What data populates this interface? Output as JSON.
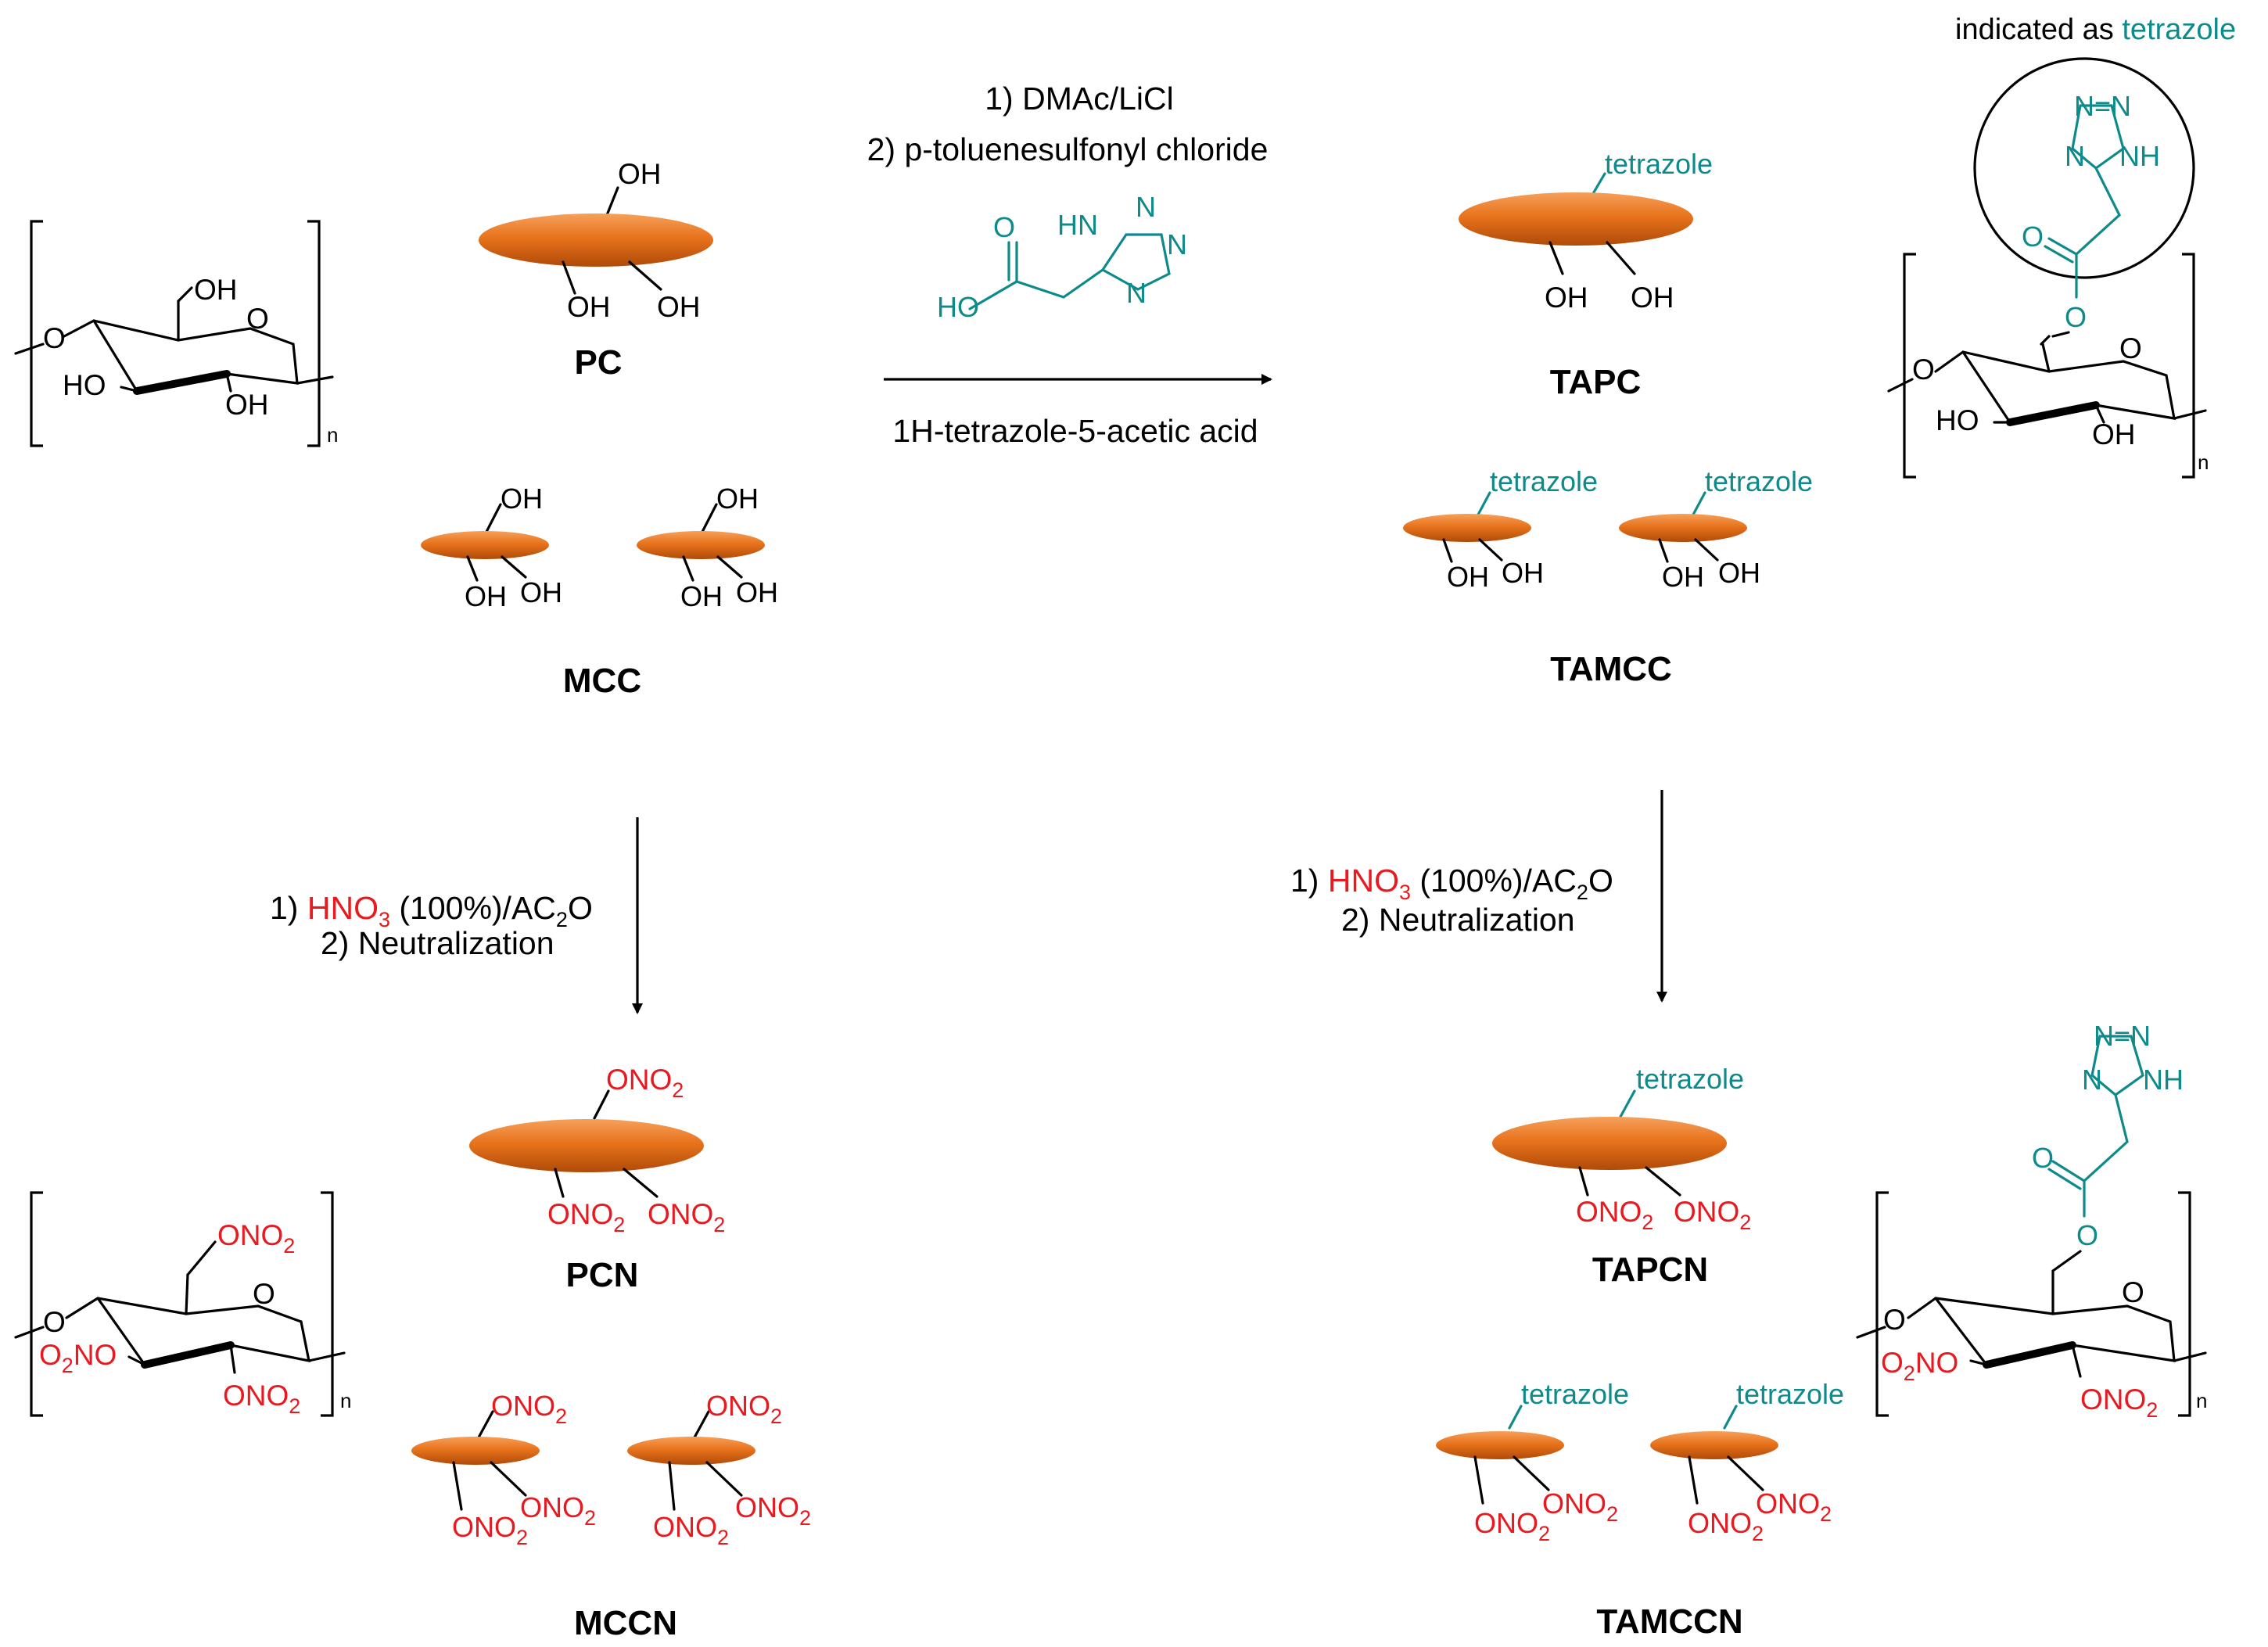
{
  "forward_conditions": {
    "step1": "1) DMAc/LiCl",
    "step2": "2) p-toluenesulfonyl chloride",
    "reagent_name": "1H-tetrazole-5-acetic acid"
  },
  "nitration_conditions": {
    "step1_prefix": "1) ",
    "step1_reagent": "HNO",
    "step1_reagent_sub": "3",
    "step1_rest": " (100%)/AC",
    "step1_rest_sub": "2",
    "step1_rest_end": "O",
    "step2": "2) Neutralization"
  },
  "callout": {
    "prefix": "indicated as ",
    "highlight": "tetrazole"
  },
  "labels": {
    "pc": "PC",
    "mcc": "MCC",
    "tapc": "TAPC",
    "tamcc": "TAMCC",
    "pcn": "PCN",
    "mccn": "MCCN",
    "tapcn": "TAPCN",
    "tamccn": "TAMCCN"
  },
  "groups": {
    "oh": "OH",
    "ho": "HO",
    "o": "O",
    "n": "n",
    "ono": "ONO",
    "ono_sub": "2",
    "o2no_o": "O",
    "o2no_sub": "2",
    "o2no_no": "NO",
    "tetrazole": "tetrazole",
    "hn": "HN",
    "nh": "NH",
    "ring_n": "N",
    "n_eq_n": "N=N"
  },
  "colors": {
    "nitrate_red": "#e8191f",
    "tetrazole_teal": "#0e8a8a",
    "ellipse_orange": "#e8731c"
  }
}
